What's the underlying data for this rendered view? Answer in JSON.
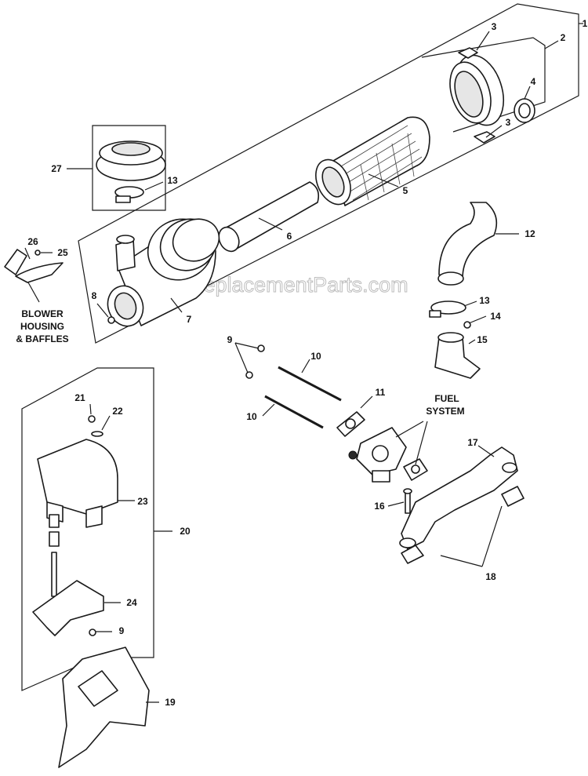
{
  "watermark": "eReplacementParts.com",
  "callouts": {
    "c1": "1",
    "c2": "2",
    "c3a": "3",
    "c3b": "3",
    "c4": "4",
    "c5": "5",
    "c6": "6",
    "c7": "7",
    "c8": "8",
    "c9a": "9",
    "c9b": "9",
    "c10a": "10",
    "c10b": "10",
    "c11": "11",
    "c12": "12",
    "c13a": "13",
    "c13b": "13",
    "c14": "14",
    "c15": "15",
    "c16": "16",
    "c17": "17",
    "c18": "18",
    "c19": "19",
    "c20": "20",
    "c21": "21",
    "c22": "22",
    "c23": "23",
    "c24": "24",
    "c25": "25",
    "c26": "26",
    "c27": "27"
  },
  "captions": {
    "blower_line1": "BLOWER",
    "blower_line2": "HOUSING",
    "blower_line3": "& BAFFLES",
    "fuel_line1": "FUEL",
    "fuel_line2": "SYSTEM"
  }
}
